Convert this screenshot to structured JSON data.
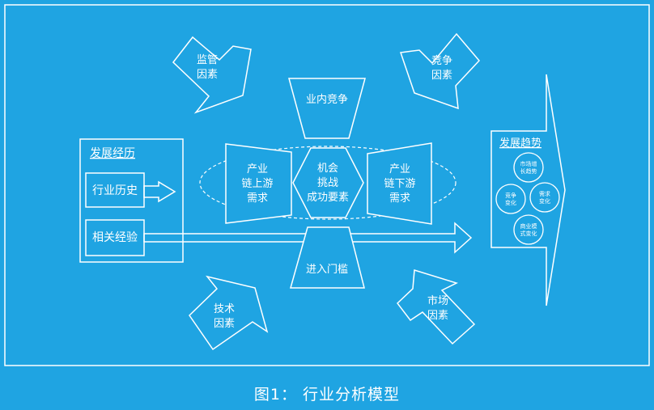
{
  "colors": {
    "background": "#1fa4e2",
    "stroke": "#ffffff",
    "text": "#ffffff"
  },
  "diagram": {
    "factors": {
      "regulation": [
        "监管",
        "因素"
      ],
      "competition": [
        "竞争",
        "因素"
      ],
      "technology": [
        "技术",
        "因素"
      ],
      "market": [
        "市场",
        "因素"
      ]
    },
    "history_panel": {
      "title": "发展经历",
      "items": [
        "行业历史",
        "相关经验"
      ]
    },
    "center": {
      "top": "业内竞争",
      "bottom": "进入门槛",
      "left": [
        "产业",
        "链上游",
        "需求"
      ],
      "right": [
        "产业",
        "链下游",
        "需求"
      ],
      "core": [
        "机会",
        "挑战",
        "成功要素"
      ]
    },
    "trend_panel": {
      "title": "发展趋势",
      "circles": [
        [
          "市场增",
          "长趋势"
        ],
        [
          "竞争",
          "变化"
        ],
        [
          "需求",
          "变化"
        ],
        [
          "商业模",
          "式变化"
        ]
      ]
    }
  },
  "caption": "图1：  行业分析模型"
}
